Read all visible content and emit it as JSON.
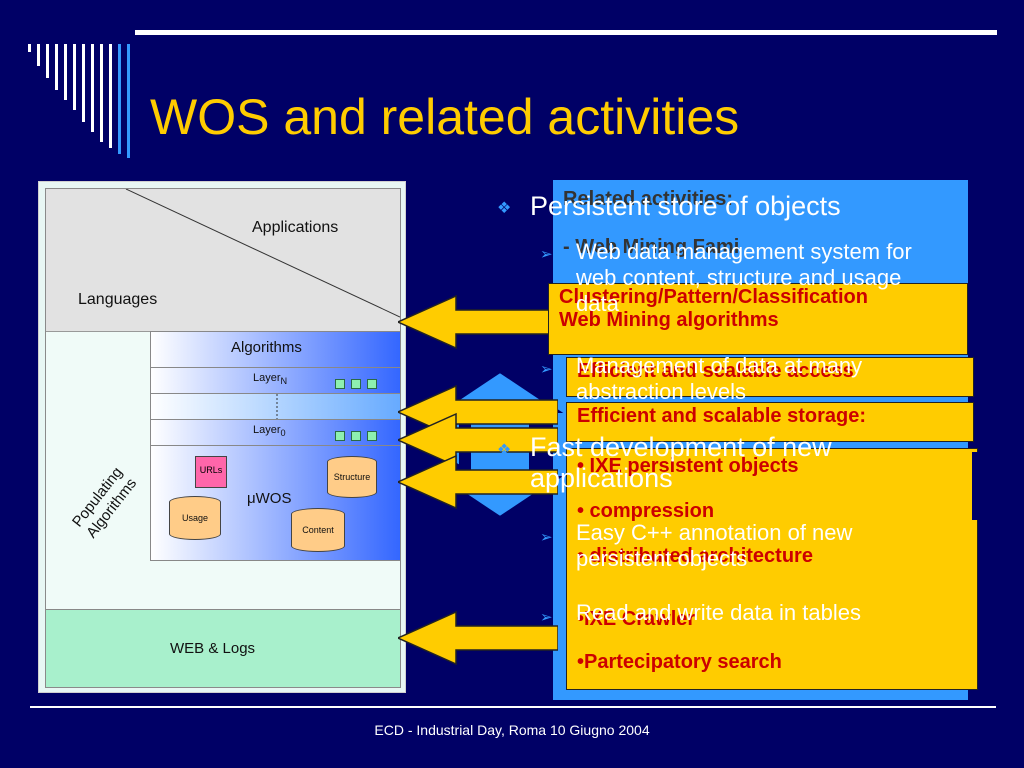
{
  "slide": {
    "title": "WOS and related activities",
    "footer": "ECD - Industrial Day, Roma 10 Giugno 2004"
  },
  "diagram": {
    "applications": "Applications",
    "languages": "Languages",
    "algorithms": "Algorithms",
    "layer_n_prefix": "Layer",
    "layer_n_sub": "N",
    "layer_0_prefix": "Layer",
    "layer_0_sub": "0",
    "populating_line1": "Populating",
    "populating_line2": "Algorithms",
    "urls": "URLs",
    "structure": "Structure",
    "usage": "Usage",
    "content": "Content",
    "uwos": "μWOS",
    "web_logs": "WEB & Logs"
  },
  "behind_panel": {
    "related_heading": "Related activities:",
    "fragment": "- Web Mining Fami"
  },
  "bullets": {
    "b1": "Persistent store of objects",
    "b1_sub1": "Web data management system for web content, structure and usage data",
    "b1_sub2": "Management of data at many abstraction levels",
    "b2": "Fast development of new applications",
    "b2_sub1": "Easy C++ annotation of new persistent objects",
    "b2_sub2": "Read and write data in tables"
  },
  "callouts": {
    "mining_line1": "Clustering/Pattern/Classification",
    "mining_line2": "Web Mining algorithms",
    "access": "Efficient and scalable access",
    "storage": "Efficient and scalable storage:",
    "storage_items": [
      "• IXE persistent objects",
      "• compression",
      "• distributed architecture"
    ],
    "crawler": "•IXE Crawler",
    "partecipatory": "•Partecipatory search"
  },
  "colors": {
    "background": "#000066",
    "title": "#ffcc00",
    "panel": "#3399ff",
    "callout": "#ffcc00",
    "callout_text": "#cc0000"
  }
}
